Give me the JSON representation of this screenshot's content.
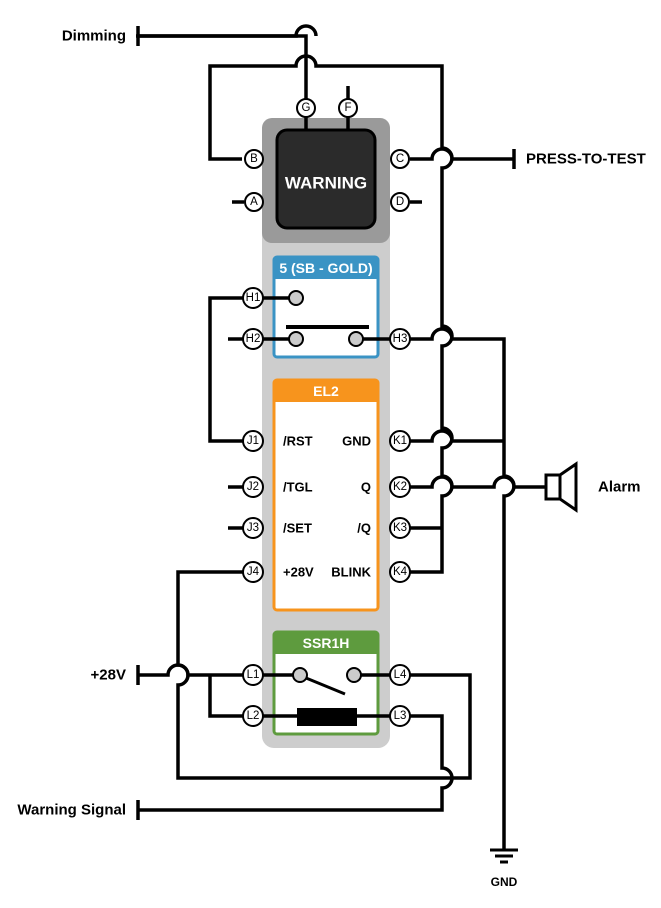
{
  "labels": {
    "dimming": "Dimming",
    "press_to_test": "PRESS-TO-TEST",
    "alarm": "Alarm",
    "plus28v": "+28V",
    "warning_signal": "Warning Signal",
    "gnd": "GND"
  },
  "warning_indicator": {
    "text": "WARNING"
  },
  "module_5": {
    "title": "5 (SB - GOLD)",
    "color": "#3A93C4"
  },
  "module_el2": {
    "title": "EL2",
    "color": "#F7941D",
    "left_signals": [
      "/RST",
      "/TGL",
      "/SET",
      "+28V"
    ],
    "right_signals": [
      "GND",
      "Q",
      "/Q",
      "BLINK"
    ]
  },
  "module_ssr1h": {
    "title": "SSR1H",
    "color": "#5E9B3E"
  },
  "pins": {
    "G": "G",
    "F": "F",
    "B": "B",
    "C": "C",
    "A": "A",
    "D": "D",
    "H1": "H1",
    "H2": "H2",
    "H3": "H3",
    "J1": "J1",
    "J2": "J2",
    "J3": "J3",
    "J4": "J4",
    "K1": "K1",
    "K2": "K2",
    "K3": "K3",
    "K4": "K4",
    "L1": "L1",
    "L2": "L2",
    "L3": "L3",
    "L4": "L4"
  },
  "colors": {
    "panel": "#CDCDCD",
    "switch_cap": "#9A9A9A",
    "switch_face": "#2B2B2B",
    "wire": "#000000"
  }
}
